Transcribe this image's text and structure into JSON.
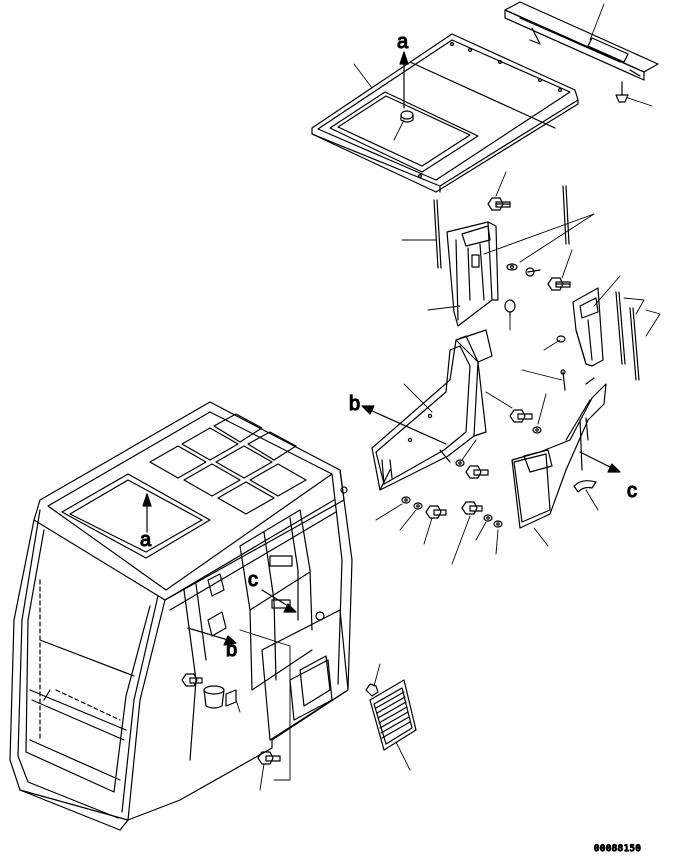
{
  "diagram": {
    "view_labels": {
      "a_top": "a",
      "a_cab": "a",
      "b_panel": "b",
      "b_cab": "b",
      "c_panel": "c",
      "c_cab": "c"
    },
    "drawing_code": "00088150",
    "colors": {
      "line": "#000000",
      "background": "#ffffff"
    }
  }
}
